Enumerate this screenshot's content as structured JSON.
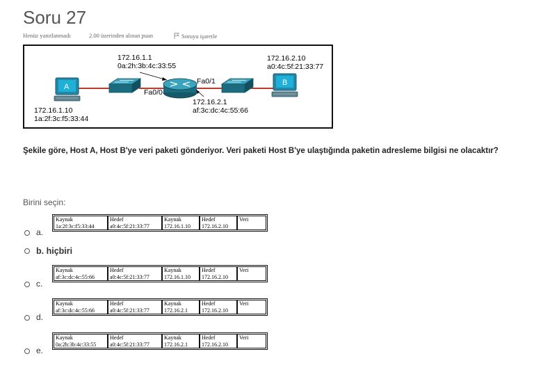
{
  "question": {
    "title": "Soru 27",
    "status": "Henüz yanıtlanmadı",
    "marks": "2.00 üzerinden alınan puan",
    "flag_label": "Soruyu işaretle",
    "text": "Şekile göre, Host A, Host B'ye veri paketi gönderiyor. Veri paketi Host B'ye ulaştığında paketin adresleme bilgisi ne olacaktır?",
    "prompt": "Birini seçin:"
  },
  "diagram": {
    "host_a": {
      "label": "A",
      "ip": "172.16.1.10",
      "mac": "1a:2f:3c:f5:33:44"
    },
    "host_b": {
      "label": "B",
      "ip": "172.16.2.10",
      "mac": "a0:4c:5f:21:33:77"
    },
    "router_left": {
      "ip": "172.16.1.1",
      "mac": "0a:2h:3b:4c:33:55",
      "iface": "Fa0/0"
    },
    "router_right": {
      "ip": "172.16.2.1",
      "mac": "af:3c:dc:4c:55:66",
      "iface": "Fa0/1"
    }
  },
  "table_headers": [
    "Kaynak",
    "Hedef",
    "Kaynak",
    "Hedef",
    "Veri"
  ],
  "options": [
    {
      "label": "a.",
      "cells": [
        "1a:2f:3c:f5:33:44",
        "a0:4c:5f:21:33:77",
        "172.16.1.10",
        "172.16.2.10",
        ""
      ]
    },
    {
      "label": "b. hiçbiri"
    },
    {
      "label": "c.",
      "cells": [
        "af:3c:dc:4c:55:66",
        "a0:4c:5f:21:33:77",
        "172.16.1.10",
        "172.16.2.10",
        ""
      ]
    },
    {
      "label": "d.",
      "cells": [
        "af:3c:dc:4c:55:66",
        "a0:4c:5f:21:33:77",
        "172.16.2.1",
        "172.16.2.10",
        ""
      ]
    },
    {
      "label": "e.",
      "cells": [
        "0a:2h:3b:4c:33:55",
        "a0:4c:5f:21:33:77",
        "172.16.2.1",
        "172.16.2.10",
        ""
      ]
    }
  ],
  "colors": {
    "link": "#c0392b",
    "device": "#1d6b80",
    "host": "#17a2c8"
  }
}
